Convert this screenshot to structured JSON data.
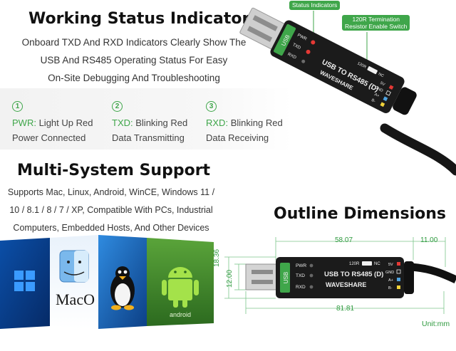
{
  "status_section": {
    "title": "Working Status Indicators",
    "description_lines": [
      "Onboard TXD And RXD Indicators Clearly Show The",
      "USB And RS485 Operating Status For Easy",
      "On-Site Debugging And Troubleshooting"
    ],
    "callouts": {
      "status": "Status Indicators",
      "termination_line1": "120R Termination",
      "termination_line2": "Resistor Enable Switch"
    },
    "indicators": [
      {
        "number": "1",
        "name": "PWR:",
        "line1": "Light Up Red",
        "line2": "Power Connected"
      },
      {
        "number": "2",
        "name": "TXD:",
        "line1": "Blinking Red",
        "line2": "Data Transmitting"
      },
      {
        "number": "3",
        "name": "RXD:",
        "line1": "Blinking Red",
        "line2": "Data Receiving"
      }
    ]
  },
  "device": {
    "usb_label": "USB",
    "model": "USB TO RS485 (D)",
    "brand": "WAVESHARE",
    "leds": [
      "PWR",
      "TXD",
      "RXD"
    ],
    "switch_left": "120R",
    "switch_right": "NC",
    "pins": [
      "5V",
      "GND",
      "A+",
      "B-"
    ]
  },
  "multi_system": {
    "title": "Multi-System Support",
    "description_lines": [
      "Supports Mac, Linux, Android, WinCE, Windows 11 /",
      "10 / 8.1 / 8 / 7 / XP, Compatible With PCs, Industrial",
      "Computers, Embedded Hosts, And Other Devices"
    ],
    "os_tiles": [
      {
        "name": "windows",
        "text": ""
      },
      {
        "name": "macos",
        "text": "MacO"
      },
      {
        "name": "linux",
        "text": ""
      },
      {
        "name": "android",
        "text": "android"
      }
    ]
  },
  "outline": {
    "title": "Outline Dimensions",
    "dims": {
      "body_length": "58.07",
      "tail_length": "11.00",
      "total_length": "81.81",
      "height": "18.36",
      "width": "12.00"
    },
    "unit": "Unit:mm"
  },
  "colors": {
    "accent_green": "#3fa64a",
    "pcb_black": "#1b1b1b",
    "led_red": "#e53935"
  }
}
